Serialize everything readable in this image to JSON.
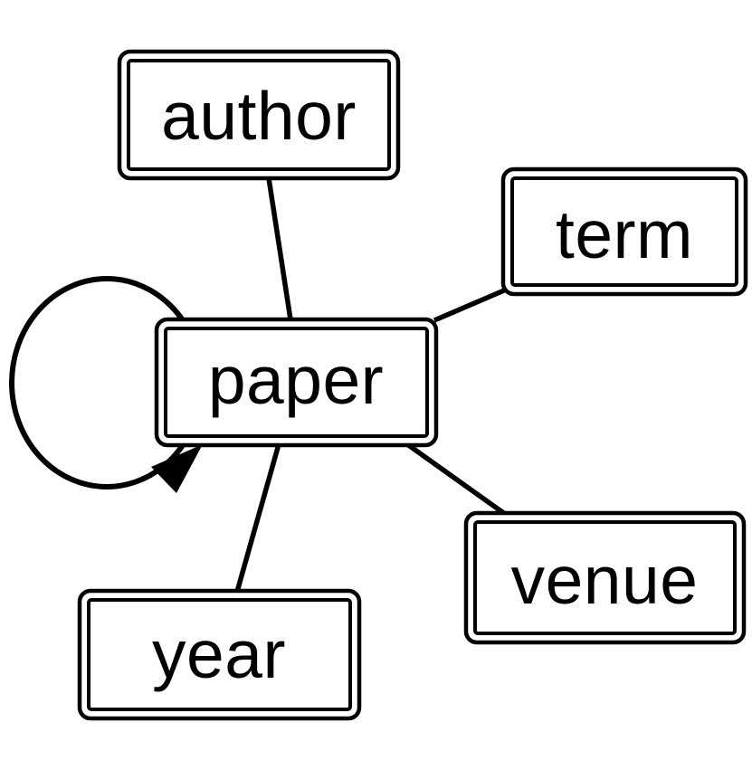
{
  "diagram": {
    "type": "entity-graph",
    "background_color": "#ffffff",
    "ink_color": "#000000",
    "node_border_style": "double",
    "nodes": [
      {
        "id": "author",
        "label": "author"
      },
      {
        "id": "term",
        "label": "term"
      },
      {
        "id": "paper",
        "label": "paper"
      },
      {
        "id": "venue",
        "label": "venue"
      },
      {
        "id": "year",
        "label": "year"
      }
    ],
    "edges": [
      {
        "from": "paper",
        "to": "author",
        "directed": false
      },
      {
        "from": "paper",
        "to": "term",
        "directed": false
      },
      {
        "from": "paper",
        "to": "venue",
        "directed": false
      },
      {
        "from": "paper",
        "to": "year",
        "directed": false
      },
      {
        "from": "paper",
        "to": "paper",
        "directed": true,
        "shape": "self-loop-circle-left"
      }
    ]
  }
}
